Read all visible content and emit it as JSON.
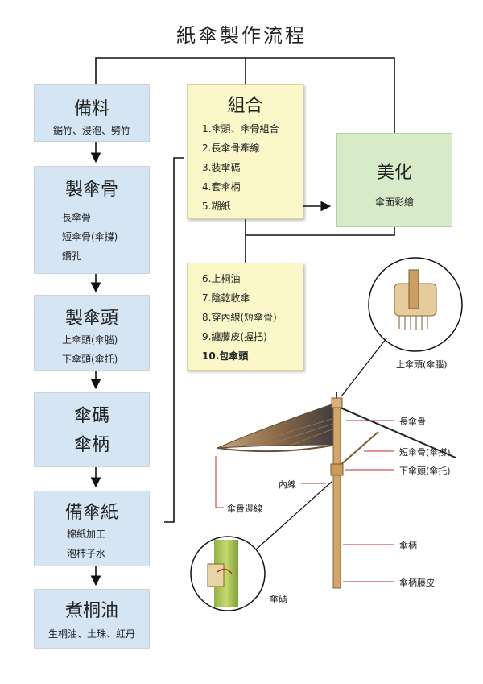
{
  "title": "紙傘製作流程",
  "left_steps": [
    {
      "title": "備料",
      "lines": [
        "鋸竹、浸泡、劈竹"
      ]
    },
    {
      "title": "製傘骨",
      "lines": [
        "長傘骨",
        "短傘骨(傘撐)",
        "鑽孔"
      ]
    },
    {
      "title": "製傘頭",
      "lines": [
        "上傘頭(傘腦)",
        "下傘頭(傘托)"
      ]
    },
    {
      "title": "傘碼",
      "lines": [
        "傘柄"
      ]
    },
    {
      "title": "備傘紙",
      "lines": [
        "棉紙加工",
        "泡柿子水"
      ]
    },
    {
      "title": "煮桐油",
      "lines": [
        "生桐油、土珠、紅丹"
      ]
    }
  ],
  "assembly": {
    "title": "組合",
    "items": [
      "1.傘頭、傘骨組合",
      "2.長傘骨牽線",
      "3.裝傘碼",
      "4.套傘柄",
      "5.糊紙"
    ]
  },
  "beautify": {
    "title": "美化",
    "subtitle": "傘面彩繪"
  },
  "finishing": {
    "items": [
      "6.上桐油",
      "7.陰乾收傘",
      "8.穿內線(短傘骨)",
      "9.纏藤皮(握把)",
      "10.包傘頭"
    ]
  },
  "umbrella_labels": {
    "top_head": "上傘頭(傘腦)",
    "long_rib": "長傘骨",
    "short_rib": "短傘骨(傘撐)",
    "lower_head": "下傘頭(傘托)",
    "inner_line": "內線",
    "rib_edge": "傘骨邊線",
    "handle": "傘柄",
    "rattan": "傘柄藤皮",
    "runner": "傘碼"
  },
  "colors": {
    "blue_box": "#d5e5f3",
    "yellow_box": "#fbf7c9",
    "green_box": "#d7ebc9",
    "leader_red": "#c0282a"
  }
}
